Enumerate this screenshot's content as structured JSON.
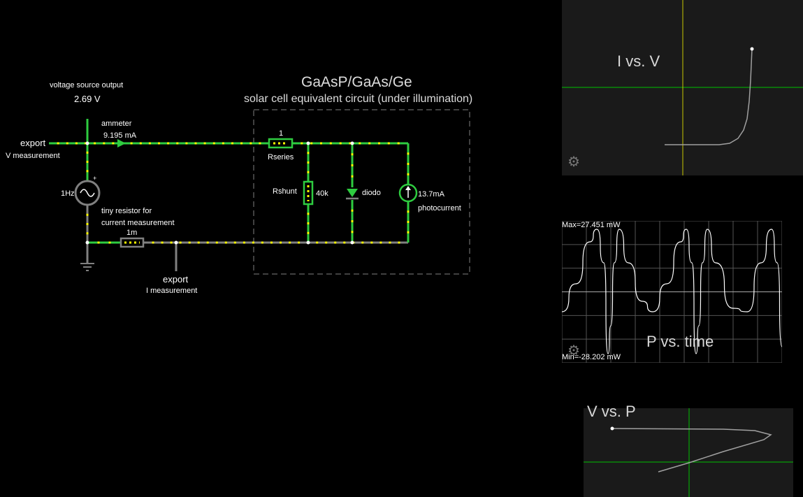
{
  "circuit": {
    "title": "GaAsP/GaAs/Ge",
    "subtitle": "solar cell equivalent circuit (under illumination)",
    "voltage_source_label": "voltage source output",
    "voltage_value": "2.69 V",
    "ammeter_label": "ammeter",
    "ammeter_value": "9.195 mA",
    "export_v_label": "export",
    "export_v_sub": "V measurement",
    "source_freq": "1Hz",
    "source_plus": "+",
    "tiny_resistor_line1": "tiny resistor for",
    "tiny_resistor_line2": "current measurement",
    "tiny_resistor_value": "1m",
    "export_i_label": "export",
    "export_i_sub": "I measurement",
    "rseries_value": "1",
    "rseries_label": "Rseries",
    "rshunt_label": "Rshunt",
    "rshunt_value": "40k",
    "diode_label": "diodo",
    "photocurrent_value": "13.7mA",
    "photocurrent_label": "photocurrent"
  },
  "scopes": {
    "iv": {
      "title": "I vs. V"
    },
    "pt": {
      "title": "P vs. time",
      "max_label": "Max=27.451 mW",
      "min_label": "Min=-28.202 mW"
    },
    "vp": {
      "title": "V vs. P"
    }
  },
  "icons": {
    "settings": "gear-icon"
  },
  "colors": {
    "wire": "#2ecc40",
    "wire_gray": "#808080",
    "current_dot": "#ffff00",
    "scope_bg": "#1a1a1a",
    "axis_green": "#00c000",
    "axis_yellow": "#c8c800",
    "trace": "#ffffff"
  }
}
